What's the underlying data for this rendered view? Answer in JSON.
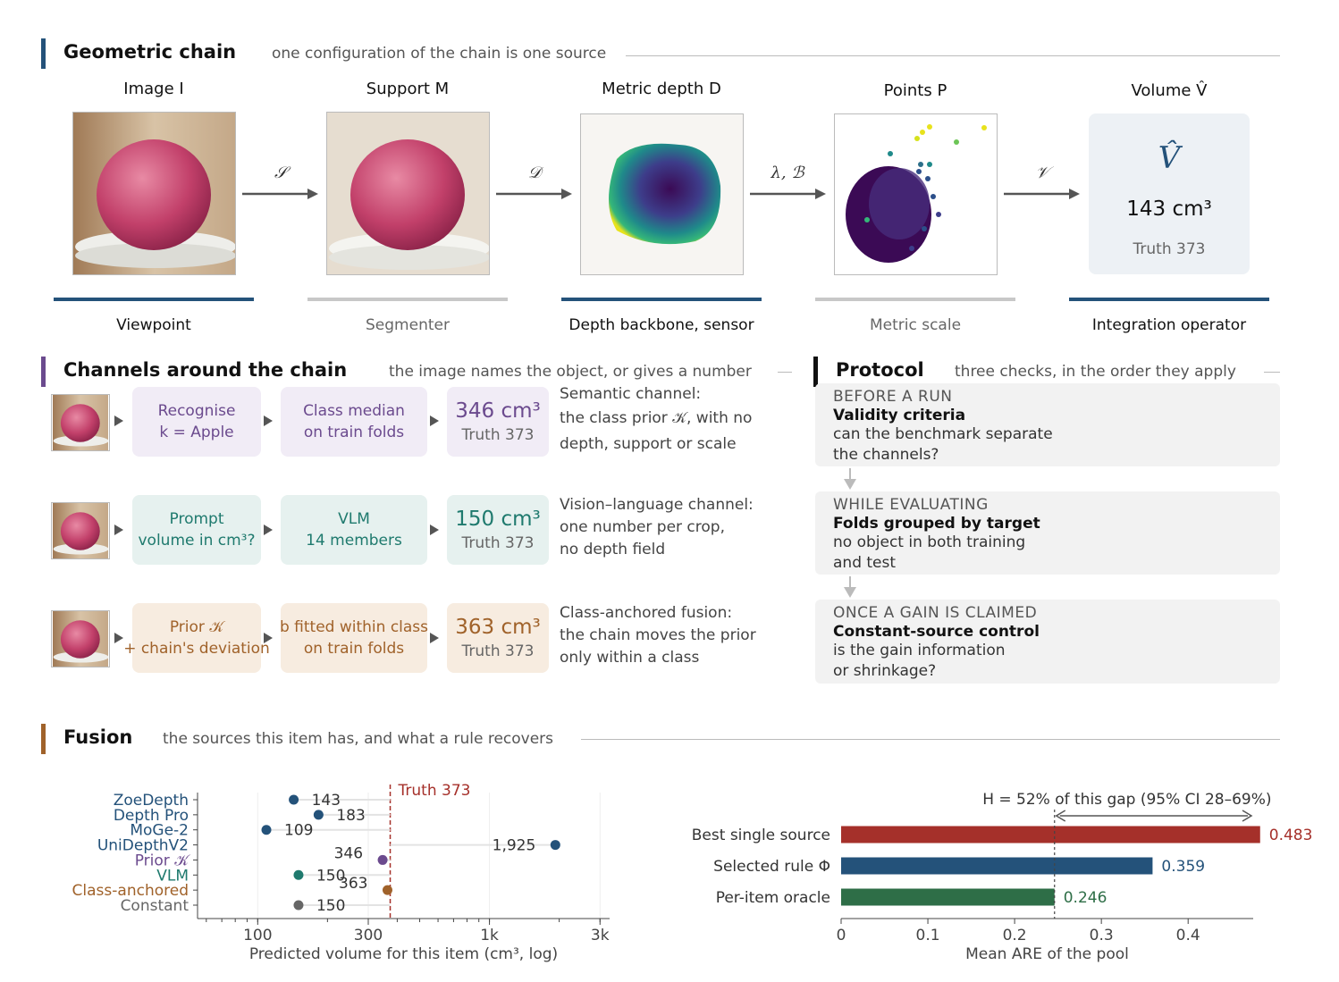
{
  "colors": {
    "blue": "#24527a",
    "purple": "#6b4a8e",
    "teal": "#1f7a6e",
    "brown": "#a0622a",
    "red": "#a5302a",
    "green": "#2e6e47",
    "gray": "#666666"
  },
  "geometric": {
    "title": "Geometric chain",
    "subtitle": "one configuration of the chain is one source",
    "stages": [
      {
        "title": "Image I",
        "label": "Viewpoint"
      },
      {
        "title": "Support M",
        "label": "Segmenter"
      },
      {
        "title": "Metric depth D",
        "label": "Depth backbone, sensor"
      },
      {
        "title": "Points P",
        "label": "Metric scale"
      },
      {
        "title": "Volume V̂",
        "label": "Integration operator"
      }
    ],
    "arrows": [
      "𝒮",
      "𝒟",
      "λ, ℬ",
      "𝒱"
    ],
    "volume_symbol": "V̂",
    "volume_value": "143 cm³",
    "volume_truth": "Truth 373"
  },
  "channels": {
    "title": "Channels around the chain",
    "subtitle": "the image names the object, or gives a number",
    "rows": [
      {
        "box1": [
          "Recognise",
          "k = Apple"
        ],
        "box2": [
          "Class median",
          "on train folds"
        ],
        "value": "346 cm³",
        "truth": "Truth 373",
        "desc": [
          "Semantic channel:",
          "the class prior 𝒦, with no",
          "depth, support or scale"
        ]
      },
      {
        "box1": [
          "Prompt",
          "volume in cm³?"
        ],
        "box2": [
          "VLM",
          "14 members"
        ],
        "value": "150 cm³",
        "truth": "Truth 373",
        "desc": [
          "Vision–language channel:",
          "one number per crop,",
          "no depth field"
        ]
      },
      {
        "box1": [
          "Prior 𝒦",
          "+ chain's deviation"
        ],
        "box2": [
          "b fitted within class",
          "on train folds"
        ],
        "value": "363 cm³",
        "truth": "Truth 373",
        "desc": [
          "Class-anchored fusion:",
          "the chain moves the prior",
          "only within a class"
        ]
      }
    ]
  },
  "protocol": {
    "title": "Protocol",
    "subtitle": "three checks, in the order they apply",
    "steps": [
      {
        "when": "BEFORE A RUN",
        "title": "Validity criteria",
        "desc": [
          "can the benchmark separate",
          "the channels?"
        ]
      },
      {
        "when": "WHILE EVALUATING",
        "title": "Folds grouped by target",
        "desc": [
          "no object in both training",
          "and test"
        ]
      },
      {
        "when": "ONCE A GAIN IS CLAIMED",
        "title": "Constant-source control",
        "desc": [
          "is the gain information",
          "or shrinkage?"
        ]
      }
    ]
  },
  "fusion": {
    "title": "Fusion",
    "subtitle": "the sources this item has, and what a rule recovers"
  },
  "chart_data": [
    {
      "type": "scatter",
      "xlabel": "Predicted volume for this item (cm³, log)",
      "xscale": "log",
      "xlim": [
        55,
        3300
      ],
      "ticks": [
        100,
        300,
        1000,
        3000
      ],
      "tick_labels": [
        "100",
        "300",
        "1k",
        "3k"
      ],
      "truth": 373,
      "truth_label": "Truth 373",
      "points": [
        {
          "name": "ZoeDepth",
          "value": 143,
          "label": "143",
          "color": "#24527a"
        },
        {
          "name": "Depth Pro",
          "value": 183,
          "label": "183",
          "color": "#24527a"
        },
        {
          "name": "MoGe-2",
          "value": 109,
          "label": "109",
          "color": "#24527a"
        },
        {
          "name": "UniDepthV2",
          "value": 1925,
          "label": "1,925",
          "color": "#24527a"
        },
        {
          "name": "Prior 𝒦",
          "value": 346,
          "label": "346",
          "color": "#6b4a8e"
        },
        {
          "name": "VLM",
          "value": 150,
          "label": "150",
          "color": "#1f7a6e"
        },
        {
          "name": "Class-anchored",
          "value": 363,
          "label": "363",
          "color": "#a0622a"
        },
        {
          "name": "Constant",
          "value": 150,
          "label": "150",
          "color": "#666666"
        }
      ]
    },
    {
      "type": "bar",
      "orientation": "horizontal",
      "xlabel": "Mean ARE of the pool",
      "xlim": [
        0,
        0.475
      ],
      "ticks": [
        0,
        0.1,
        0.2,
        0.3,
        0.4
      ],
      "tick_labels": [
        "0",
        "0.1",
        "0.2",
        "0.3",
        "0.4"
      ],
      "categories": [
        "Best single source",
        "Selected rule Φ",
        "Per-item oracle"
      ],
      "values": [
        0.483,
        0.359,
        0.246
      ],
      "value_labels": [
        "0.483",
        "0.359",
        "0.246"
      ],
      "colors": [
        "#a5302a",
        "#24527a",
        "#2e6e47"
      ],
      "annotation": "H = 52% of this gap (95% CI 28–69%)"
    }
  ]
}
